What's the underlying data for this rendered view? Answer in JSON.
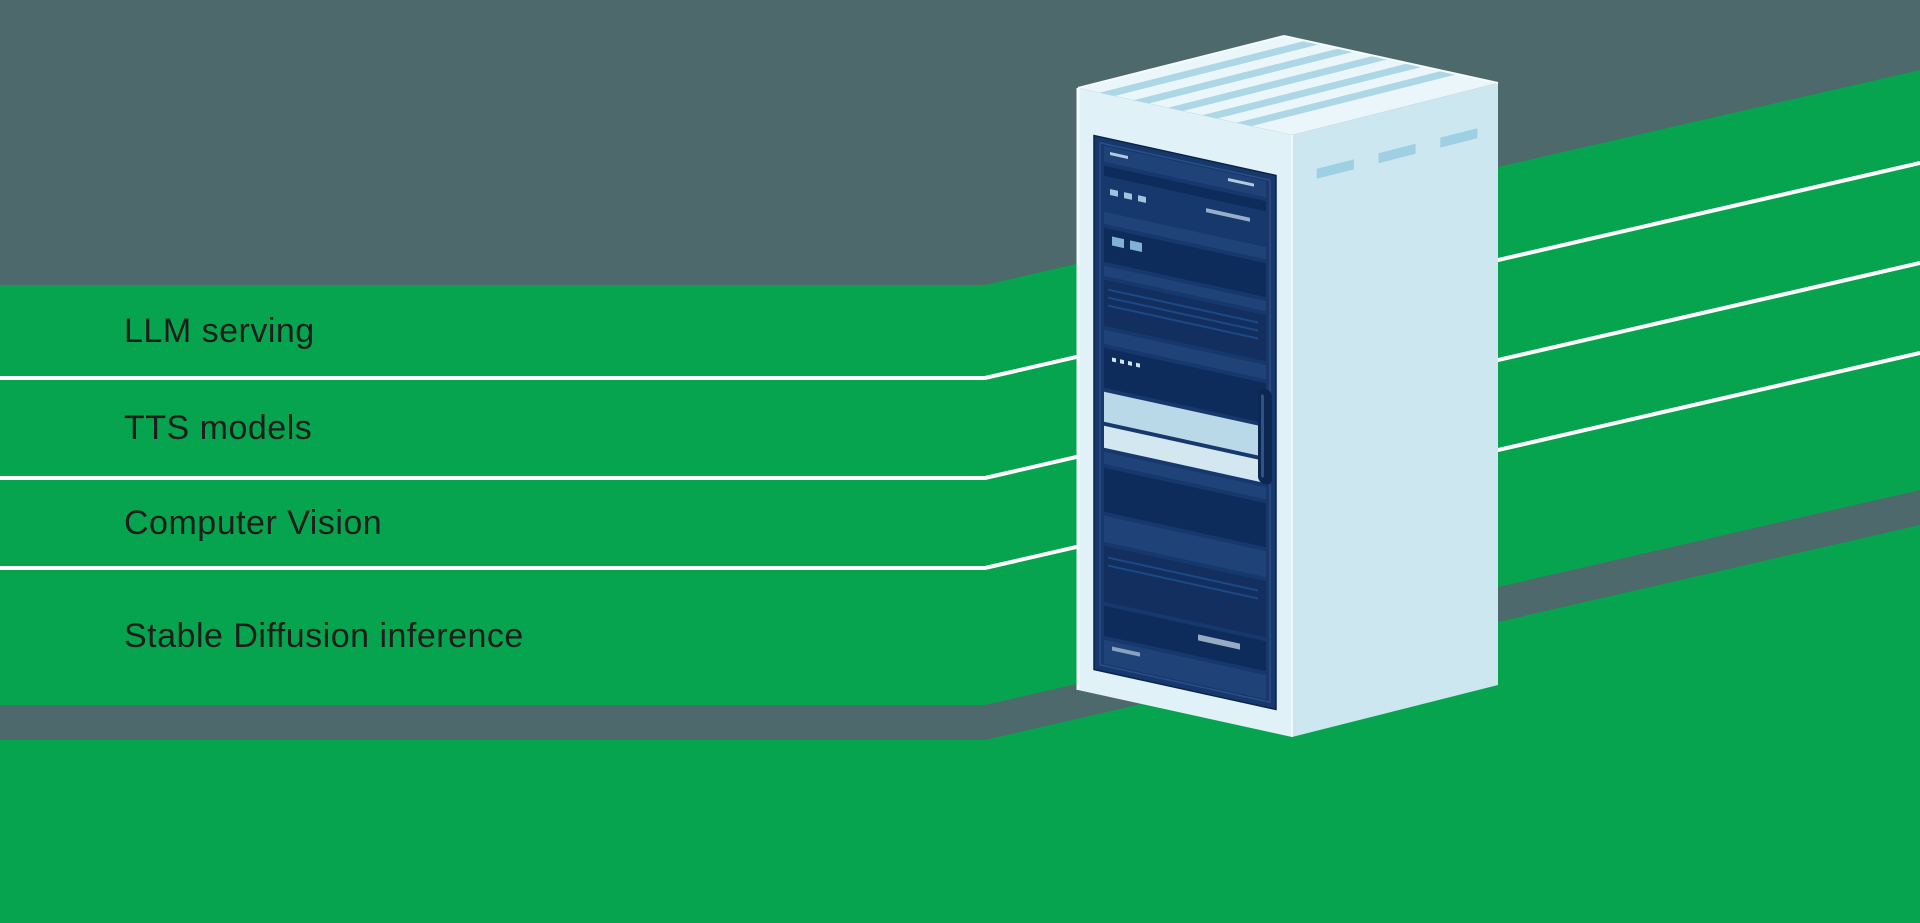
{
  "illustration": {
    "bands": [
      {
        "label": "LLM serving"
      },
      {
        "label": "TTS models"
      },
      {
        "label": "Computer Vision"
      },
      {
        "label": "Stable Diffusion inference"
      }
    ]
  },
  "theme": {
    "slate": "#4e696b",
    "green": "#07a44f",
    "line": "#ffffff",
    "text": "#1d1d1b",
    "body": "#e0f1f7",
    "side": "#cde7f0",
    "top": "#eaf6fa",
    "slat": "#add6e6",
    "vent": "#9fcfe2",
    "navy": "#16386d",
    "navydark": "#0e2c5b",
    "navymid": "#1f4379",
    "navydeep": "#122f60",
    "lightunit": "#b9d9e9",
    "lighterunit": "#d3e7f1",
    "edge": "#f4fbfd",
    "doorline": "#3a5e95",
    "speck": "#cfe3f0",
    "handle": "#0c2850"
  }
}
